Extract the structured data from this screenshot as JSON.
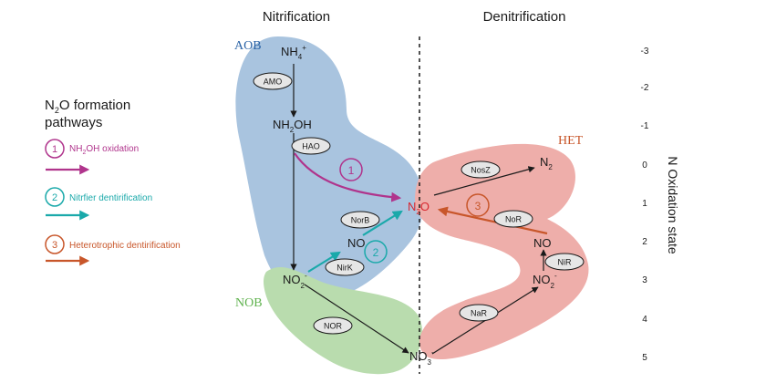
{
  "titles": {
    "left": "Nitrification",
    "right": "Denitrification"
  },
  "regions": {
    "aob": "AOB",
    "nob": "NOB",
    "het": "HET"
  },
  "species": {
    "nh4": {
      "base": "NH",
      "sub": "4",
      "sup": "+"
    },
    "nh2oh": {
      "base": "NH",
      "sub": "2",
      "tail": "OH"
    },
    "no2": {
      "base": "NO",
      "sub": "2",
      "sup": "-"
    },
    "no": "NO",
    "n2o": {
      "base": "N",
      "sub": "2",
      "tail": "O"
    },
    "n2": {
      "base": "N",
      "sub": "2"
    },
    "no3": {
      "base": "NO",
      "sub": "3",
      "sup": "-"
    }
  },
  "enzymes": {
    "amo": "AMO",
    "hao": "HAO",
    "norb": "NorB",
    "nirk": "NirK",
    "nor_nob": "NOR",
    "nosz": "NosZ",
    "nor_het": "NoR",
    "nir": "NiR",
    "nar": "NaR"
  },
  "legend": {
    "title_line1": {
      "base": "N",
      "sub": "2",
      "tail": "O formation"
    },
    "title_line2": "pathways",
    "items": [
      {
        "number": "1",
        "label_base": "NH",
        "label_sub": "2",
        "label_tail": "OH oxidation",
        "color": "#b0348c"
      },
      {
        "number": "2",
        "label": "Nitrfier dentirification",
        "color": "#1aa9aa"
      },
      {
        "number": "3",
        "label": "Heterotrophic dentirification",
        "color": "#c8562a"
      }
    ]
  },
  "markers": {
    "pathway1": "1",
    "pathway2": "2",
    "pathway3": "3"
  },
  "oxidation_axis": {
    "label": "N Oxidation state",
    "values": [
      "-3",
      "-2",
      "-1",
      "0",
      "1",
      "2",
      "3",
      "4",
      "5"
    ]
  },
  "colors": {
    "aob_fill": "#a9c4df",
    "nob_fill": "#b9dcae",
    "het_fill": "#eeaeaa",
    "aob_text": "#2a63a6",
    "nob_text": "#5fb24e",
    "het_text": "#c8562a",
    "n2o_text": "#d8262e",
    "pathway1": "#b0348c",
    "pathway2": "#1aa9aa",
    "pathway3": "#c8562a"
  }
}
